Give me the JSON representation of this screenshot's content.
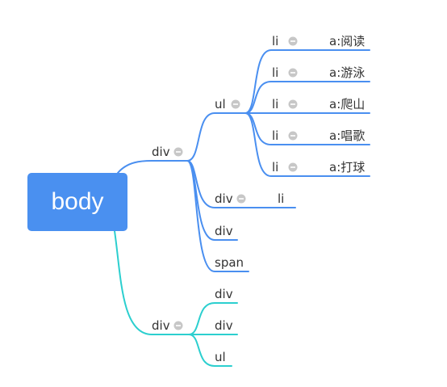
{
  "root": {
    "label": "body"
  },
  "branches": [
    {
      "label": "div",
      "color": "#4a8ff0",
      "children": [
        {
          "label": "ul",
          "children": [
            {
              "label": "li",
              "child": "a:阅读"
            },
            {
              "label": "li",
              "child": "a:游泳"
            },
            {
              "label": "li",
              "child": "a:爬山"
            },
            {
              "label": "li",
              "child": "a:唱歌"
            },
            {
              "label": "li",
              "child": "a:打球"
            }
          ]
        },
        {
          "label": "div",
          "child": "li"
        },
        {
          "label": "div"
        },
        {
          "label": "span"
        }
      ]
    },
    {
      "label": "div",
      "color": "#2ccfcf",
      "children": [
        {
          "label": "div"
        },
        {
          "label": "div"
        },
        {
          "label": "ul"
        }
      ]
    }
  ],
  "icons": {
    "collapse": "collapse-circle-icon"
  }
}
